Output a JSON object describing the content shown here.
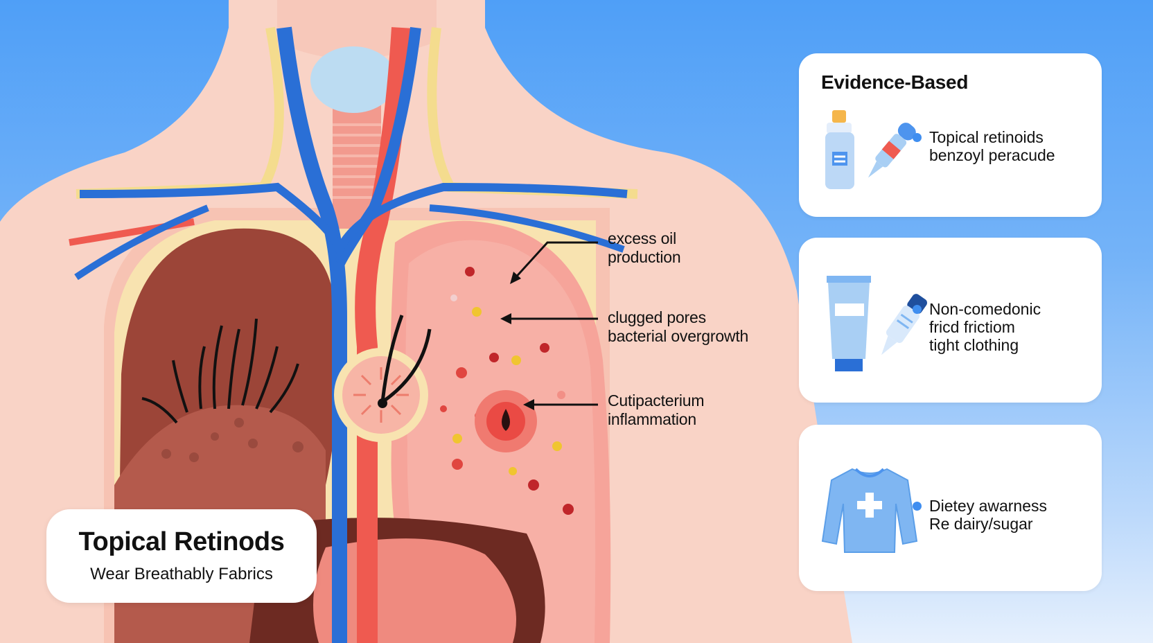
{
  "annotations": [
    {
      "lines": [
        "excess oil",
        "production"
      ]
    },
    {
      "lines": [
        "clugged pores",
        "bacterial overgrowth"
      ]
    },
    {
      "lines": [
        "Cutipacterium",
        "inflammation"
      ]
    }
  ],
  "callout": {
    "title": "Topical Retinods",
    "subtitle": "Wear Breathably Fabrics"
  },
  "cards": [
    {
      "title": "Evidence-Based",
      "icon": "bottle-and-dropper-icon",
      "lines": [
        "Topical retinoids",
        "benzoyl peracude"
      ]
    },
    {
      "title": "",
      "icon": "tube-and-dropper-icon",
      "lines": [
        "Non-comedonic",
        "fricd frictiom",
        "tight clothing"
      ]
    },
    {
      "title": "",
      "icon": "shirt-icon",
      "lines": [
        "Dietey awarness",
        "Re dairy/sugar"
      ]
    }
  ],
  "colors": {
    "background_top": "#4f9ff7",
    "skin": "#f9d3c6",
    "vein_blue": "#2a6fd6",
    "artery_red": "#ef5a50",
    "liver": "#9c4538",
    "lung_pink": "#f6a49a",
    "bullet_blue": "#3f8ef0"
  }
}
